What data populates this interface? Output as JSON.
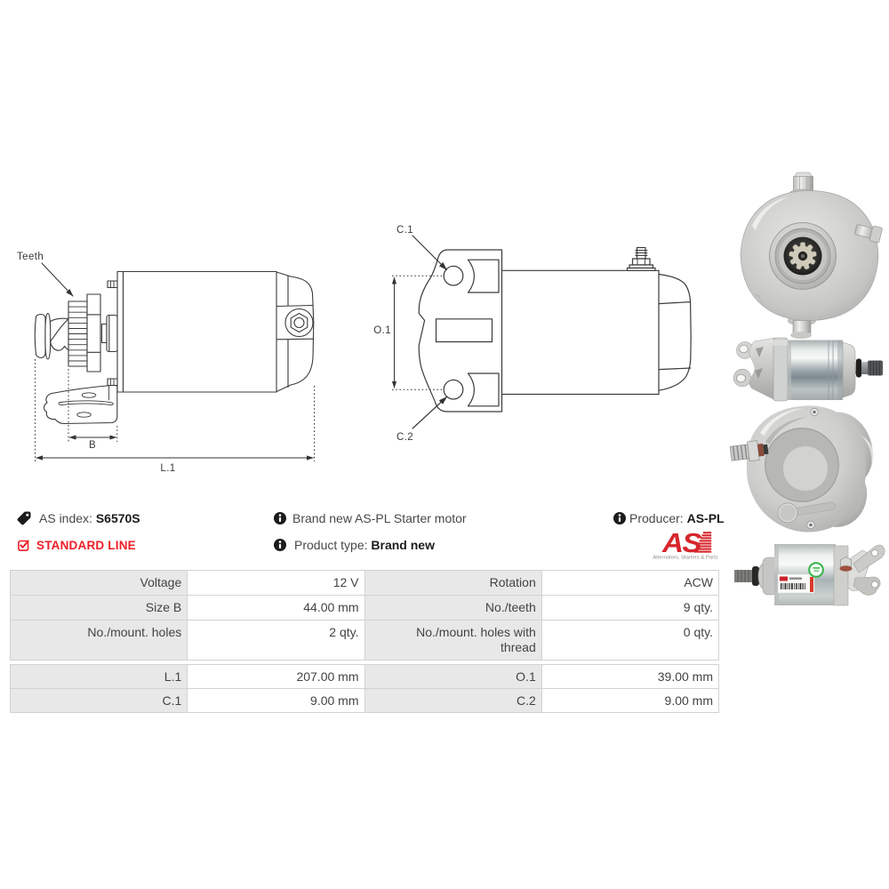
{
  "meta": {
    "as_index": {
      "label": "AS index:",
      "value": "S6570S"
    },
    "line_badge": "STANDARD LINE",
    "description": "Brand new AS-PL Starter motor",
    "product_type": {
      "label": "Product type:",
      "value": "Brand new"
    },
    "producer": {
      "label": "Producer:",
      "value": "AS-PL"
    }
  },
  "logo": {
    "text": "AS",
    "tagline": "Alternators, Starters & Parts"
  },
  "photos": {
    "items": [
      {
        "name": "front-view"
      },
      {
        "name": "side-view"
      },
      {
        "name": "bracket-view"
      },
      {
        "name": "label-view"
      }
    ]
  },
  "icons": {
    "as_index": "tag-icon",
    "line_badge": "checkbox-checked-icon",
    "description": "info-icon",
    "product_type": "info-icon",
    "producer": "info-icon"
  },
  "drawings": {
    "side_view": {
      "teeth_label": "Teeth",
      "b_label": "B",
      "l1_label": "L.1"
    },
    "front_view": {
      "c1_label": "C.1",
      "o1_label": "O.1",
      "c2_label": "C.2"
    }
  },
  "spec_table": {
    "sections": [
      {
        "rows": [
          {
            "cells": [
              {
                "label": "Voltage",
                "value": "12 V"
              },
              {
                "label": "Rotation",
                "value": "ACW"
              }
            ]
          },
          {
            "cells": [
              {
                "label": "Size B",
                "value": "44.00 mm"
              },
              {
                "label": "No./teeth",
                "value": "9 qty."
              }
            ]
          },
          {
            "cells": [
              {
                "label": "No./mount. holes",
                "value": "2 qty."
              },
              {
                "label": "No./mount. holes with thread",
                "value": "0 qty."
              }
            ]
          }
        ]
      },
      {
        "rows": [
          {
            "cells": [
              {
                "label": "L.1",
                "value": "207.00 mm"
              },
              {
                "label": "O.1",
                "value": "39.00 mm"
              }
            ]
          },
          {
            "cells": [
              {
                "label": "C.1",
                "value": "9.00 mm"
              },
              {
                "label": "C.2",
                "value": "9.00 mm"
              }
            ]
          }
        ]
      }
    ]
  },
  "colors": {
    "accent_red": "#ef1d25",
    "logo_red": "#e0312c",
    "table_label_bg": "#e7e7e7",
    "table_border": "#d0d0d0",
    "text": "#3c3c3b"
  }
}
